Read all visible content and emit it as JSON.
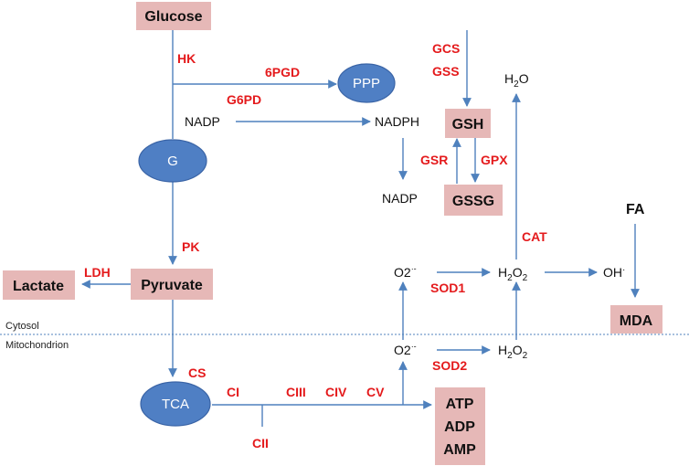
{
  "colors": {
    "box_fill": "#e6b8b7",
    "node_fill": "#4f7fc4",
    "node_stroke": "#3a64a6",
    "arrow": "#4f81bd",
    "enzyme": "#e41a1c",
    "divider": "#4f81bd"
  },
  "boxes": {
    "glucose": "Glucose",
    "lactate": "Lactate",
    "pyruvate": "Pyruvate",
    "gsh": "GSH",
    "gssg": "GSSG",
    "mda": "MDA",
    "atp": "ATP",
    "adp": "ADP",
    "amp": "AMP"
  },
  "nodes": {
    "ppp": "PPP",
    "g": "G",
    "tca": "TCA"
  },
  "enzymes": {
    "hk": "HK",
    "pgd6": "6PGD",
    "g6pd": "G6PD",
    "gcs": "GCS",
    "gss": "GSS",
    "gsr": "GSR",
    "gpx": "GPX",
    "cat": "CAT",
    "pk": "PK",
    "ldh": "LDH",
    "sod1": "SOD1",
    "sod2": "SOD2",
    "cs": "CS",
    "ci": "CI",
    "cii": "CII",
    "ciii": "CIII",
    "civ": "CIV",
    "cv": "CV"
  },
  "metabolites": {
    "nadp_left": "NADP",
    "nadph": "NADPH",
    "nadp_bottom": "NADP",
    "h2o": {
      "base": "H",
      "sub": "2",
      "tail": "O"
    },
    "h2o2_cyto": {
      "base": "H",
      "sub": "2",
      "tail": "O",
      "sub2": "2"
    },
    "h2o2_mito": {
      "base": "H",
      "sub": "2",
      "tail": "O",
      "sub2": "2"
    },
    "superoxide_cyto": {
      "base": "O2",
      "sup": "·-"
    },
    "superoxide_mito": {
      "base": "O2",
      "sup": "·-"
    },
    "hydroxyl": {
      "base": "OH",
      "sup": "·"
    },
    "fa": "FA"
  },
  "compartments": {
    "cytosol": "Cytosol",
    "mitochondrion": "Mitochondrion"
  }
}
